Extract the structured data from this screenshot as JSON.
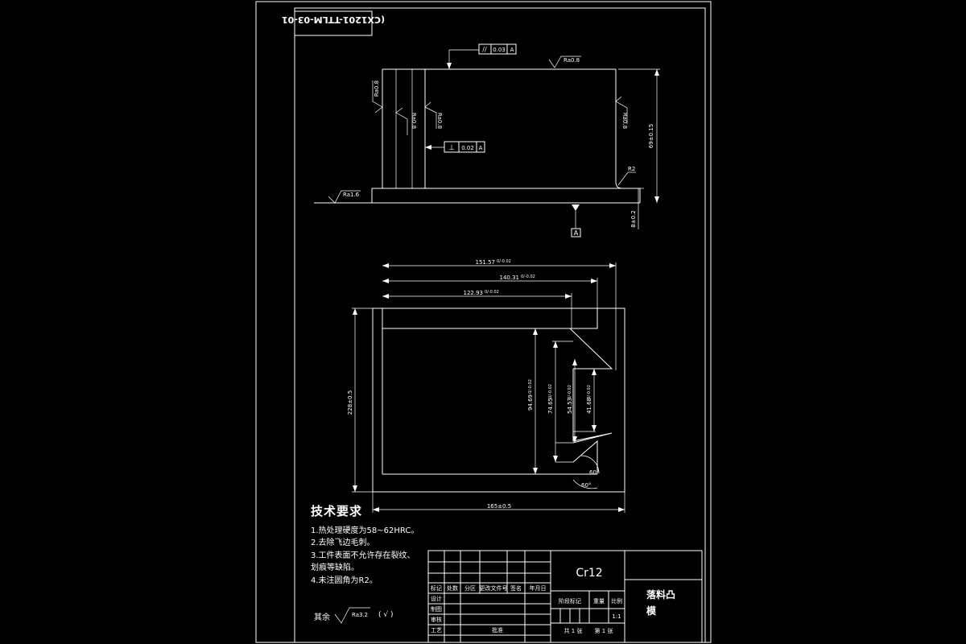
{
  "drawing_number": "(CX1201-TTLM-03-01",
  "datum_label": "A",
  "front_view": {
    "tolerance_parallel": {
      "symbol": "//",
      "value": "0.03",
      "datum": "A"
    },
    "tolerance_perpendicular": {
      "symbol": "⊥",
      "value": "0.02",
      "datum": "A"
    },
    "roughness_top": "Ra0.8",
    "roughness_left_outer": "Ra0.8",
    "roughness_left_inner": "Ra0.8",
    "roughness_left_inner2": "Ra0.8",
    "roughness_right": "Ra0.8",
    "roughness_base": "Ra1.6",
    "fillet": "R2",
    "height_dim": "69±0.15",
    "base_dim": "8±0.2"
  },
  "plan_view": {
    "dim_top1": "151.57",
    "dim_top1_tol": "0/-0.02",
    "dim_top2": "140.31",
    "dim_top2_tol": "0/-0.02",
    "dim_top3": "122.93",
    "dim_top3_tol": "0/-0.02",
    "dim_height_left": "228±0.5",
    "dim_width_bottom": "165±0.5",
    "dim_v1": "94.69",
    "dim_v1_tol": "0/-0.02",
    "dim_v2": "74.65",
    "dim_v2_tol": "0/-0.02",
    "dim_v3": "54.53",
    "dim_v3_tol": "0/-0.02",
    "dim_v4": "41.68",
    "dim_v4_tol": "0/-0.02",
    "angle1": "60°",
    "angle2": "60°"
  },
  "tech_requirements": {
    "title": "技术要求",
    "items": [
      "1.热处理硬度为58~62HRC。",
      "2.去除飞边毛刺。",
      "3.工件表面不允许存在裂纹、",
      "划痕等缺陷。",
      "4.未注圆角为R2。"
    ],
    "other_label": "其余",
    "other_roughness": "Ra3.2",
    "other_check": "( √ )"
  },
  "title_block": {
    "material": "Cr12",
    "part_name_line1": "落料凸",
    "part_name_line2": "模",
    "headers": [
      "标记",
      "处数",
      "分区",
      "更改文件号",
      "签名",
      "年月日"
    ],
    "roles": [
      "设计",
      "制图",
      "审核",
      "工艺"
    ],
    "approve": "批准",
    "stage_label": "阶段标记",
    "weight_label": "重量",
    "scale_label": "比例",
    "scale_value": "1:1",
    "sheets": "共 1 张",
    "sheet_no": "第 1 张"
  }
}
